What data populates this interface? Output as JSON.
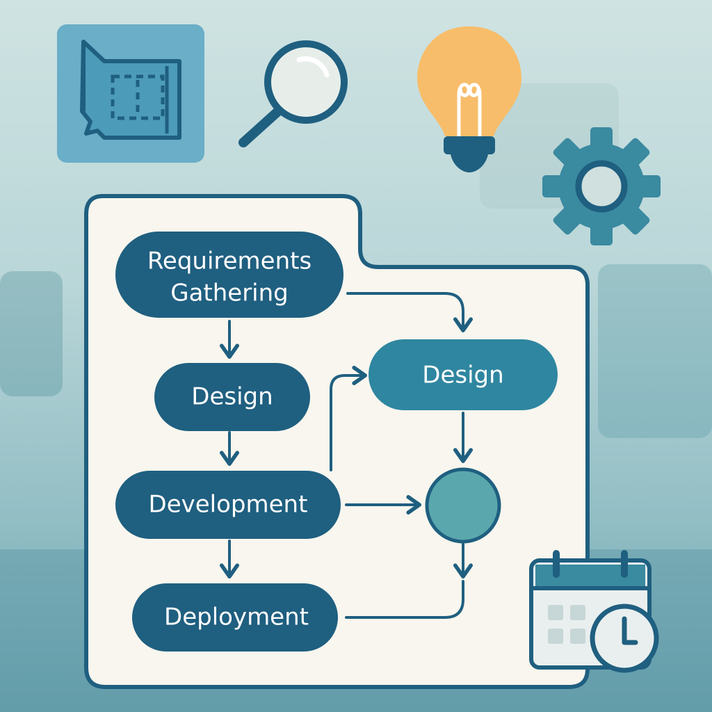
{
  "diagram": {
    "nodes": {
      "requirements": {
        "line1": "Requirements",
        "line2": "Gathering"
      },
      "design_left": {
        "label": "Design"
      },
      "development": {
        "label": "Development"
      },
      "deployment": {
        "label": "Deployment"
      },
      "design_right": {
        "label": "Design"
      }
    },
    "colors": {
      "node_dark": "#1f5f80",
      "node_teal": "#2f86a0",
      "circle_fill": "#5aa8ad",
      "arrow": "#1f5f80",
      "card_bg": "#f8f6ee",
      "card_border": "#1f5f80"
    }
  },
  "icons": [
    {
      "name": "blueprint-icon"
    },
    {
      "name": "magnifier-icon"
    },
    {
      "name": "lightbulb-icon"
    },
    {
      "name": "gear-icon"
    },
    {
      "name": "calendar-clock-icon"
    }
  ]
}
